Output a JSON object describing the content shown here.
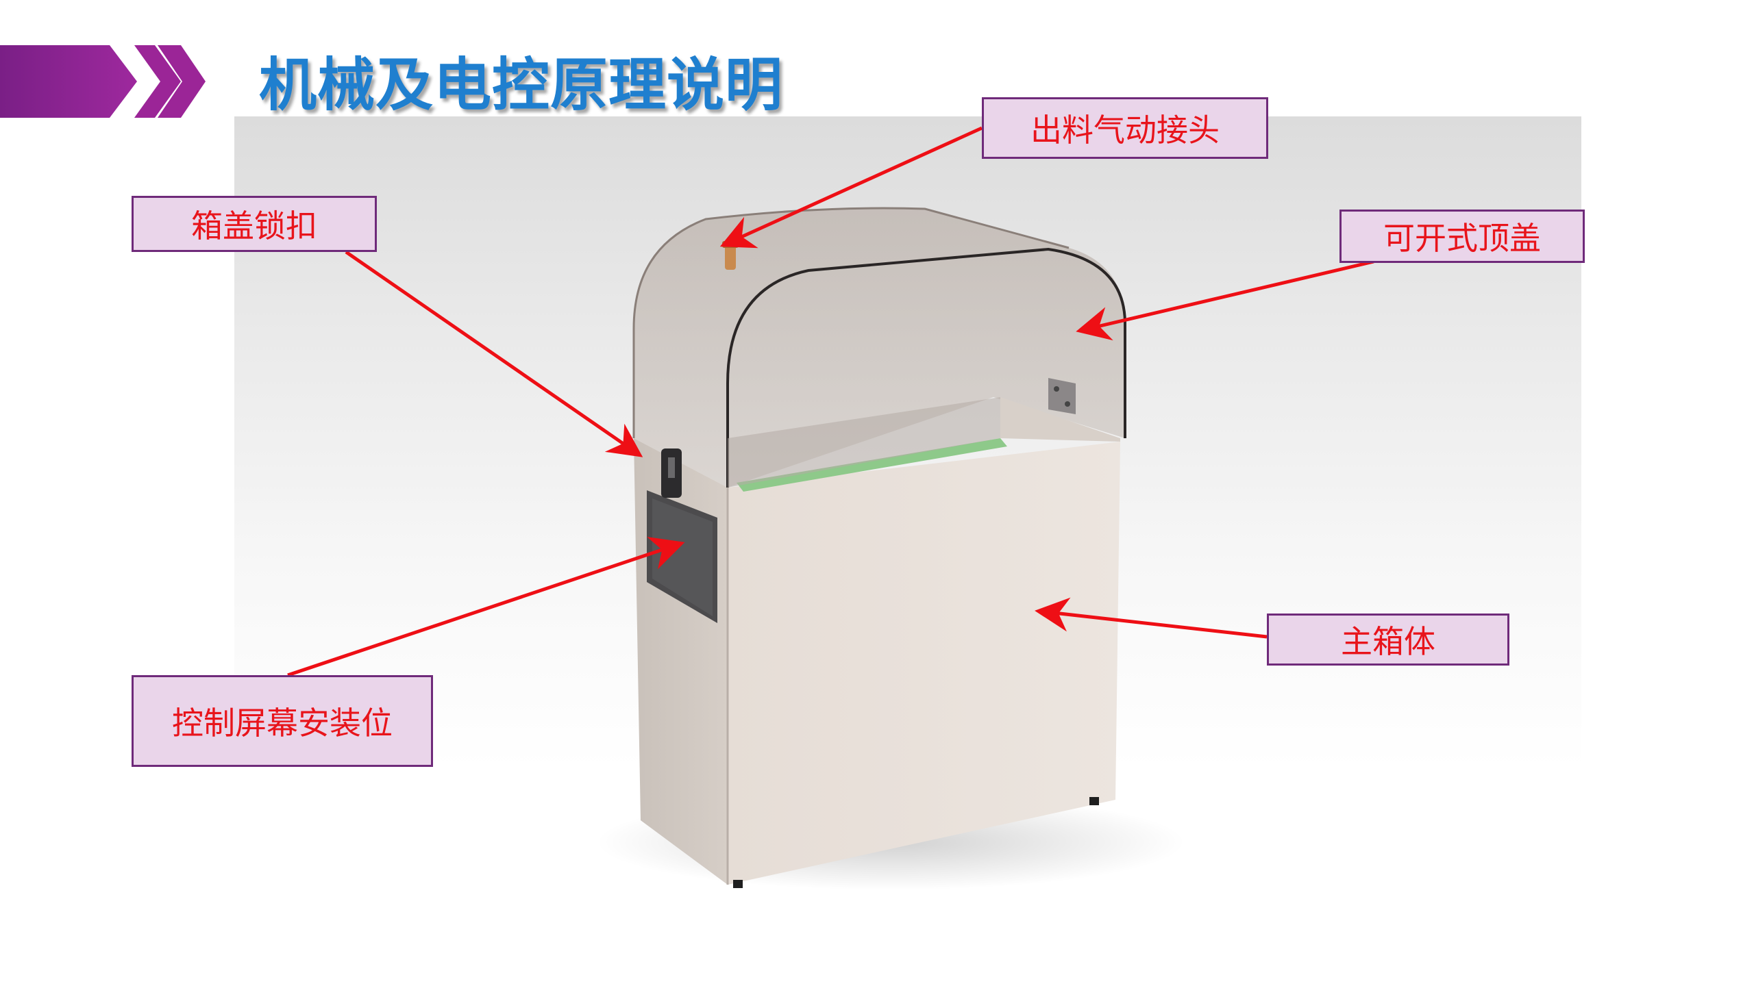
{
  "title": "机械及电控原理说明",
  "callouts": {
    "nozzle": "出料气动接头",
    "latch": "箱盖锁扣",
    "lid": "可开式顶盖",
    "body": "主箱体",
    "screen": "控制屏幕安装位"
  },
  "colors": {
    "title_blue": "#1f7fcf",
    "band_purple": "#8e1f8f",
    "callout_fill": "#ead5ea",
    "callout_border": "#6f2a7a",
    "callout_text": "#e8141b",
    "arrow_red": "#ee0f15"
  }
}
